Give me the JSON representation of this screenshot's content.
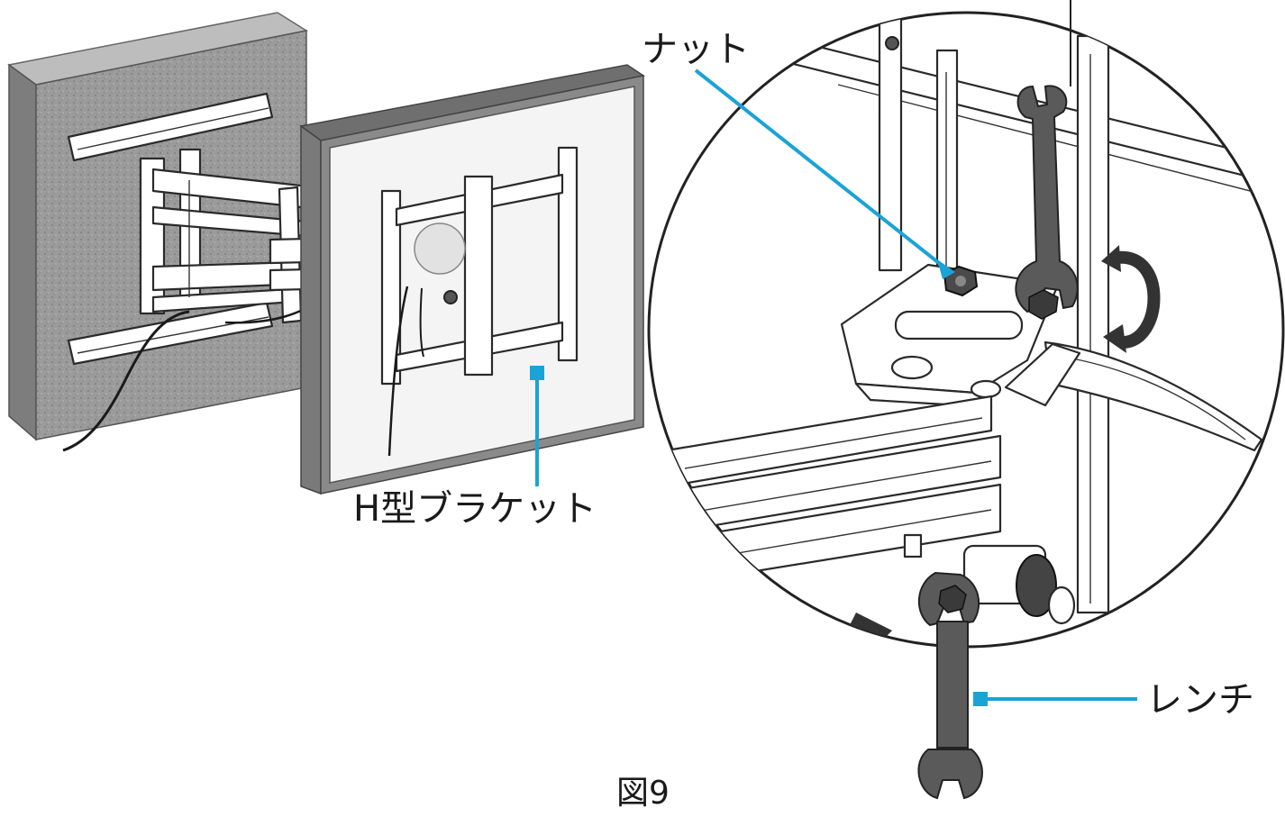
{
  "labels": {
    "nut": "ナット",
    "h_bracket": "H型ブラケット",
    "wrench": "レンチ"
  },
  "caption": "図9",
  "colors": {
    "leader": "#1aa3d6",
    "wall": "#9a9a9a",
    "tv_frame": "#8a8a8a",
    "wrench": "#5a5a5a"
  },
  "icons": {
    "wrench": "wrench-icon",
    "nut": "nut-icon",
    "rotate": "rotate-arrow-icon"
  }
}
